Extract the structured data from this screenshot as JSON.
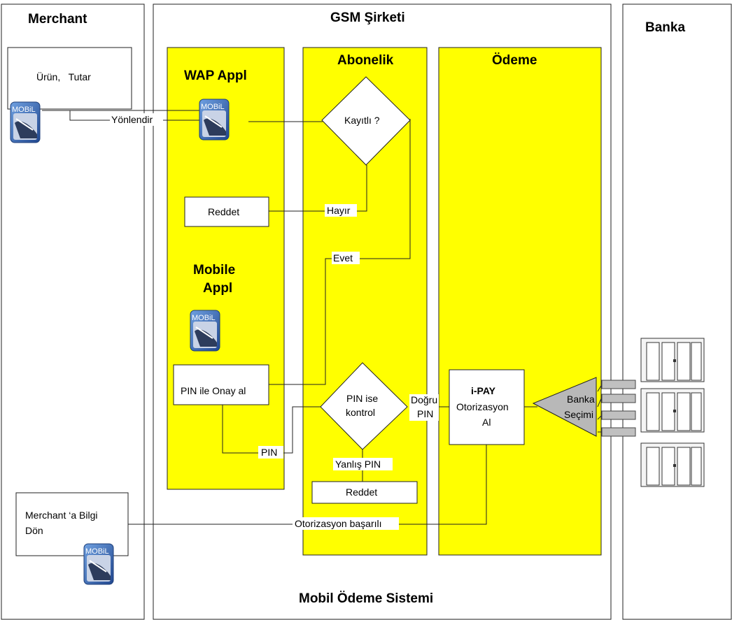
{
  "lanes": {
    "merchant": "Merchant",
    "gsm": "GSM Şirketi",
    "banka": "Banka"
  },
  "sublanes": {
    "wap": "WAP Appl",
    "mobile_line1": "Mobile",
    "mobile_line2": "Appl",
    "abonelik": "Abonelik",
    "odeme": "Ödeme"
  },
  "footer": "Mobil Ödeme Sistemi",
  "nodes": {
    "urun_tutar": "Ürün,   Tutar",
    "kayitli": "Kayıtlı ?",
    "reddet_top": "Reddet",
    "pin_onay": "PIN ile Onay al",
    "pin_kontrol_line1": "PIN ise",
    "pin_kontrol_line2": "kontrol",
    "reddet_bottom": "Reddet",
    "ipay_title": "i-PAY",
    "ipay_line1": "Otorizasyon",
    "ipay_line2": "Al",
    "banka_secimi_line1": "Banka",
    "banka_secimi_line2": "Seçimi",
    "merchant_info_line1": "Merchant ‘a Bilgi",
    "merchant_info_line2": "Dön"
  },
  "edges": {
    "yonlendir": "Yönlendir",
    "hayir": "Hayır",
    "evet": "Evet",
    "pin": "PIN",
    "dogru_line1": "Doğru",
    "dogru_line2": "PIN",
    "yanlis_pin": "Yanlış PIN",
    "otorizasyon_basarili": "Otorizasyon başarılı"
  },
  "phone_icon_label": "MOBiL",
  "colors": {
    "lane_fill": "#ffff00",
    "icon_blue": "#3f70b8"
  }
}
